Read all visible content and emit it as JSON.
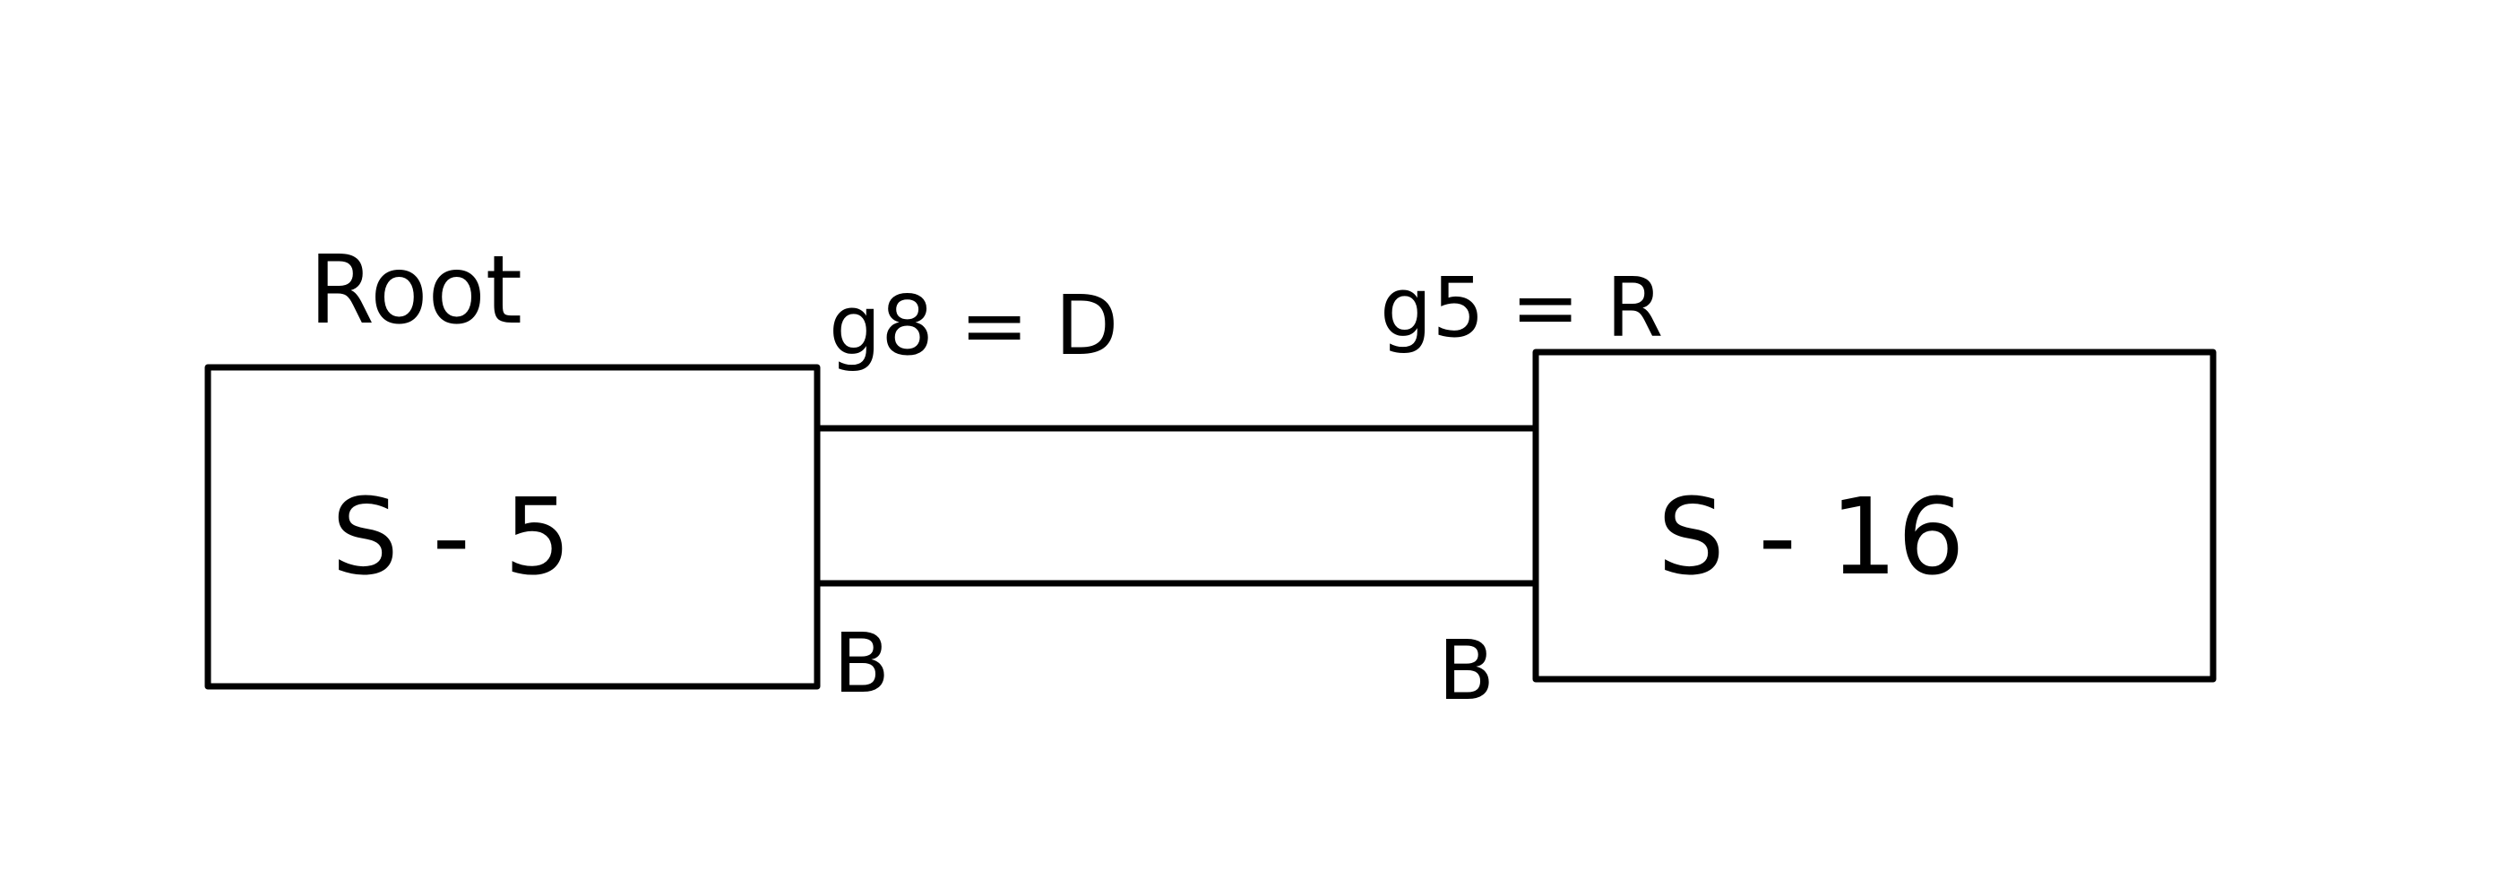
{
  "diagram": {
    "root_label": "Root",
    "nodes": [
      {
        "id": "left",
        "label": "S - 5"
      },
      {
        "id": "right",
        "label": "S - 16"
      }
    ],
    "connector": {
      "left_top_label": "g8 = D",
      "left_bottom_label": "B",
      "right_top_label": "g5 = R",
      "right_bottom_label": "B"
    }
  },
  "colors": {
    "stroke": "#000000",
    "background": "#ffffff"
  }
}
